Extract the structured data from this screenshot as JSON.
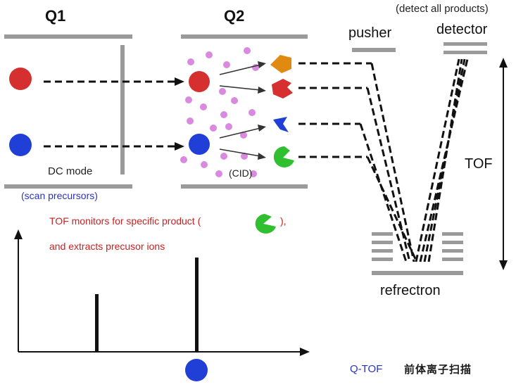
{
  "labels": {
    "q1": "Q1",
    "q2": "Q2",
    "detect_all": "(detect all products)",
    "pusher": "pusher",
    "detector": "detector",
    "dc_mode": "DC mode",
    "scan_precursors": "(scan precursors)",
    "cid": "(CID)",
    "tof": "TOF",
    "tof_note_line1_pre": "TOF monitors for specific product (",
    "tof_note_line1_post": "),",
    "tof_note_line2": "and extracts precusor ions",
    "refrectron": "refrectron",
    "qtof": "Q-TOF",
    "chinese": "前体离子扫描"
  },
  "colors": {
    "red_ion": "#d62f2f",
    "blue_ion": "#1f3fd6",
    "orange_fragment": "#e08a12",
    "green_fragment": "#2fbf2f",
    "cid_gas": "#d98ae0",
    "rod_gray": "#9a9a9a",
    "note_red": "#cc1f1f",
    "note_blue": "#2a34b8"
  }
}
